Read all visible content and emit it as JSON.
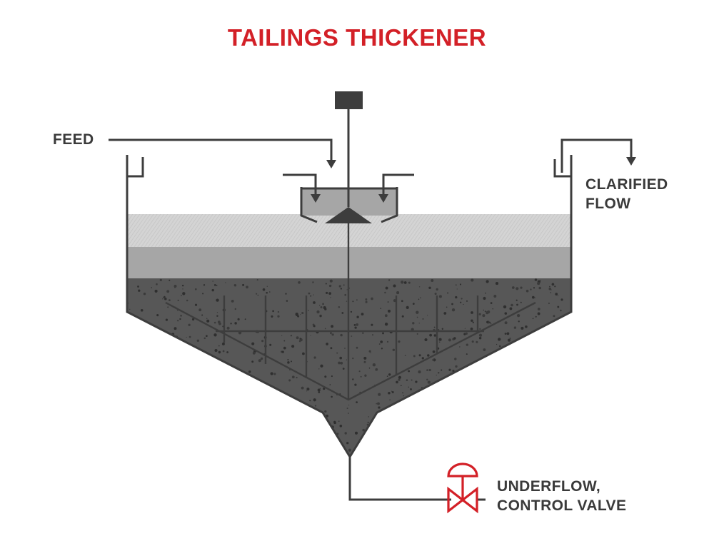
{
  "title": "TAILINGS THICKENER",
  "labels": {
    "feed": "FEED",
    "clarified": [
      "CLARIFIED",
      "FLOW"
    ],
    "underflow": [
      "UNDERFLOW,",
      "CONTROL VALVE"
    ]
  },
  "colors": {
    "title": "#d32027",
    "label": "#3a3a3a",
    "line": "#3d3d3d",
    "clear_water": "#d4d4d4",
    "mid_zone": "#a6a6a6",
    "sludge": "#575757",
    "valve": "#d32027"
  },
  "icons": {
    "motor": "drive-motor-icon",
    "valve": "control-valve-icon"
  }
}
